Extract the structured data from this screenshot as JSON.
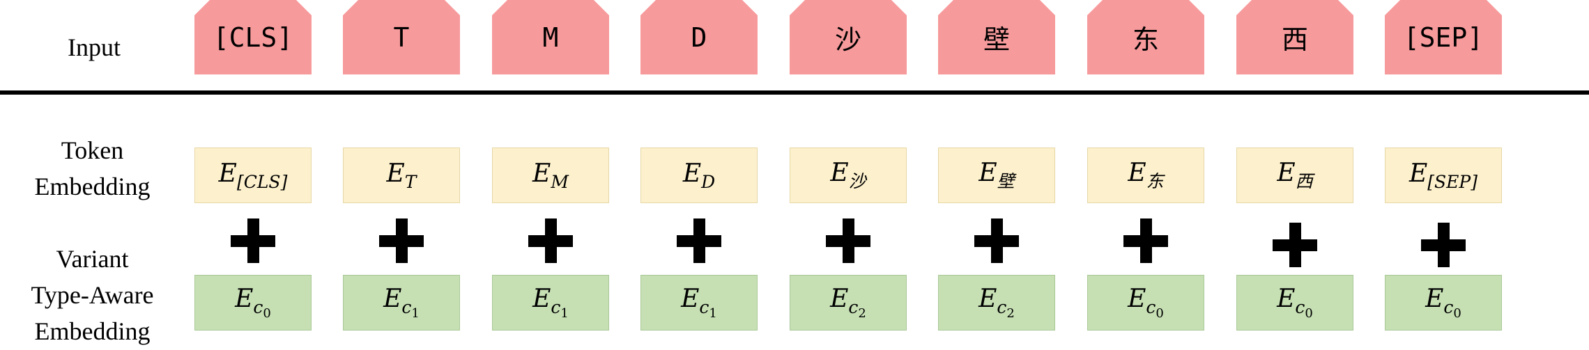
{
  "labels": {
    "input": "Input",
    "token_line1": "Token",
    "token_line2": "Embedding",
    "vta_line1": "Variant",
    "vta_line2": "Type-Aware",
    "vta_line3": "Embedding"
  },
  "columns": [
    {
      "input": "[CLS]",
      "token_main": "E",
      "token_sub": "[CLS]",
      "vta_main": "E",
      "vta_sub": "c",
      "vta_subsub": "0"
    },
    {
      "input": "T",
      "token_main": "E",
      "token_sub": "T",
      "vta_main": "E",
      "vta_sub": "c",
      "vta_subsub": "1"
    },
    {
      "input": "M",
      "token_main": "E",
      "token_sub": "M",
      "vta_main": "E",
      "vta_sub": "c",
      "vta_subsub": "1"
    },
    {
      "input": "D",
      "token_main": "E",
      "token_sub": "D",
      "vta_main": "E",
      "vta_sub": "c",
      "vta_subsub": "1"
    },
    {
      "input": "沙",
      "token_main": "E",
      "token_sub": "沙",
      "vta_main": "E",
      "vta_sub": "c",
      "vta_subsub": "2"
    },
    {
      "input": "壁",
      "token_main": "E",
      "token_sub": "壁",
      "vta_main": "E",
      "vta_sub": "c",
      "vta_subsub": "2"
    },
    {
      "input": "东",
      "token_main": "E",
      "token_sub": "东",
      "vta_main": "E",
      "vta_sub": "c",
      "vta_subsub": "0"
    },
    {
      "input": "西",
      "token_main": "E",
      "token_sub": "西",
      "vta_main": "E",
      "vta_sub": "c",
      "vta_subsub": "0"
    },
    {
      "input": "[SEP]",
      "token_main": "E",
      "token_sub": "[SEP]",
      "vta_main": "E",
      "vta_sub": "c",
      "vta_subsub": "0"
    }
  ]
}
